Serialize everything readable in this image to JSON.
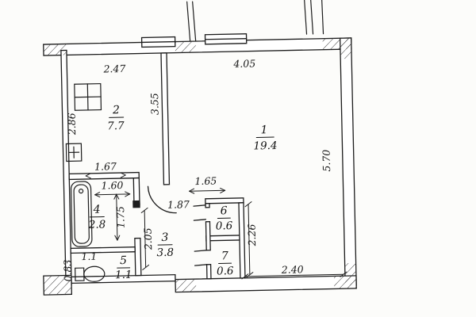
{
  "rooms": [
    {
      "number": "1",
      "area": "19.4"
    },
    {
      "number": "2",
      "area": "7.7"
    },
    {
      "number": "3",
      "area": "3.8"
    },
    {
      "number": "4",
      "area": "2.8"
    },
    {
      "number": "5",
      "area": "1.1"
    },
    {
      "number": "6",
      "area": "0.6"
    },
    {
      "number": "7",
      "area": "0.6"
    }
  ],
  "dims": {
    "w247": "2.47",
    "w405": "4.05",
    "h286": "2.86",
    "h355": "3.55",
    "h570": "5.70",
    "w167": "1.67",
    "w160": "1.60",
    "h175": "1.75",
    "w165": "1.65",
    "w187": "1.87",
    "h205": "2.05",
    "w11": "1.1",
    "h083": "0.83",
    "h226": "2.26",
    "w240": "2.40"
  }
}
